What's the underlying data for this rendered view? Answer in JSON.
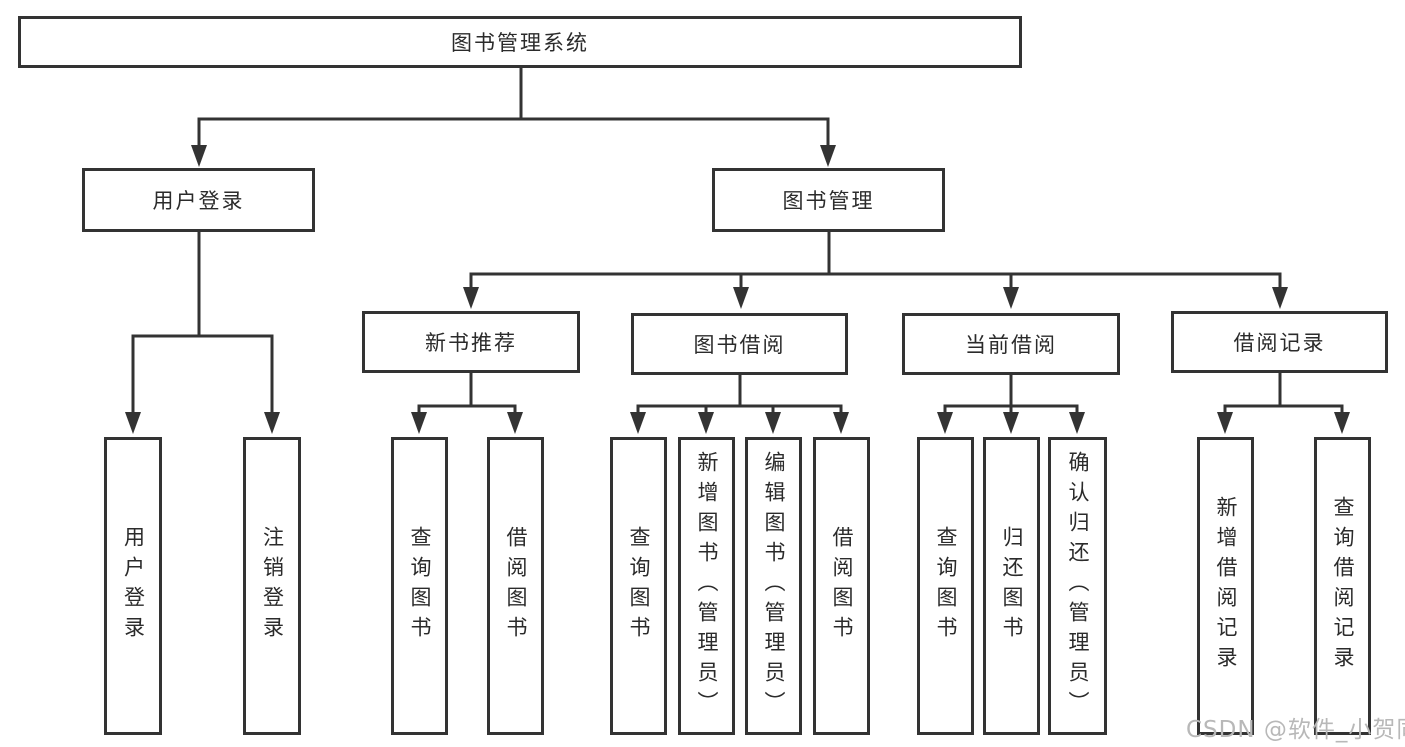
{
  "styles": {
    "background": "#ffffff",
    "line_color": "#333333",
    "box_border_color": "#333333",
    "text_color": "#2b2b2b",
    "watermark_color": "#b8b8b8"
  },
  "tree": {
    "root": {
      "label": "图书管理系统"
    },
    "branches": [
      {
        "label": "用户登录",
        "leaves": [
          {
            "label": "用户登录"
          },
          {
            "label": "注销登录"
          }
        ]
      },
      {
        "label": "图书管理",
        "groups": [
          {
            "label": "新书推荐",
            "leaves": [
              {
                "label": "查询图书"
              },
              {
                "label": "借阅图书"
              }
            ]
          },
          {
            "label": "图书借阅",
            "leaves": [
              {
                "label": "查询图书"
              },
              {
                "label": "新增图书（管理员）"
              },
              {
                "label": "编辑图书（管理员）"
              },
              {
                "label": "借阅图书"
              }
            ]
          },
          {
            "label": "当前借阅",
            "leaves": [
              {
                "label": "查询图书"
              },
              {
                "label": "归还图书"
              },
              {
                "label": "确认归还（管理员）"
              }
            ]
          },
          {
            "label": "借阅记录",
            "leaves": [
              {
                "label": "新增借阅记录"
              },
              {
                "label": "查询借阅记录"
              }
            ]
          }
        ]
      }
    ]
  },
  "watermark": {
    "text": "CSDN @软件_小贺同学"
  }
}
